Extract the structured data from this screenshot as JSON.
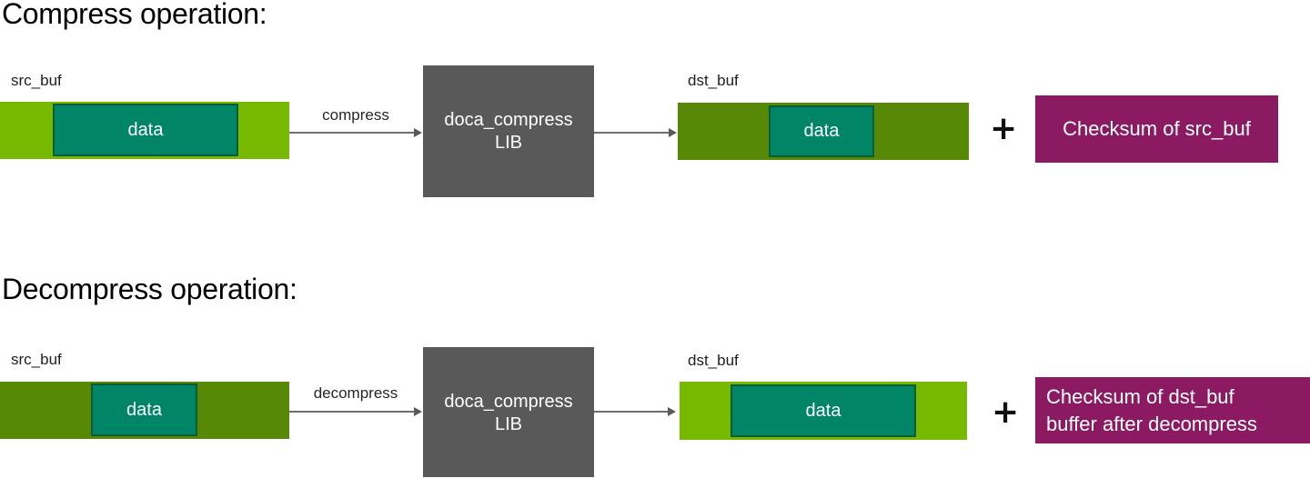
{
  "colors": {
    "buffer_light_green": "#76b900",
    "buffer_dark_green": "#588906",
    "data_fill_teal": "#008567",
    "data_border_green": "#0c5c38",
    "lib_box_gray": "#595959",
    "checksum_magenta": "#8b1a62",
    "arrow_gray": "#6e6e6e",
    "text_white": "#ffffff",
    "text_black": "#000000"
  },
  "sections": [
    {
      "title": "Compress operation:",
      "operation_label": "compress",
      "src_buf": {
        "label": "src_buf",
        "data_label": "data"
      },
      "lib_box": {
        "line1": "doca_compress",
        "line2": "LIB"
      },
      "dst_buf": {
        "label": "dst_buf",
        "data_label": "data"
      },
      "plus": "+",
      "checksum": {
        "line1": "Checksum of src_buf"
      }
    },
    {
      "title": "Decompress operation:",
      "operation_label": "decompress",
      "src_buf": {
        "label": "src_buf",
        "data_label": "data"
      },
      "lib_box": {
        "line1": "doca_compress",
        "line2": "LIB"
      },
      "dst_buf": {
        "label": "dst_buf",
        "data_label": "data"
      },
      "plus": "+",
      "checksum": {
        "line1": "Checksum of dst_buf",
        "line2": "buffer after decompress"
      }
    }
  ]
}
